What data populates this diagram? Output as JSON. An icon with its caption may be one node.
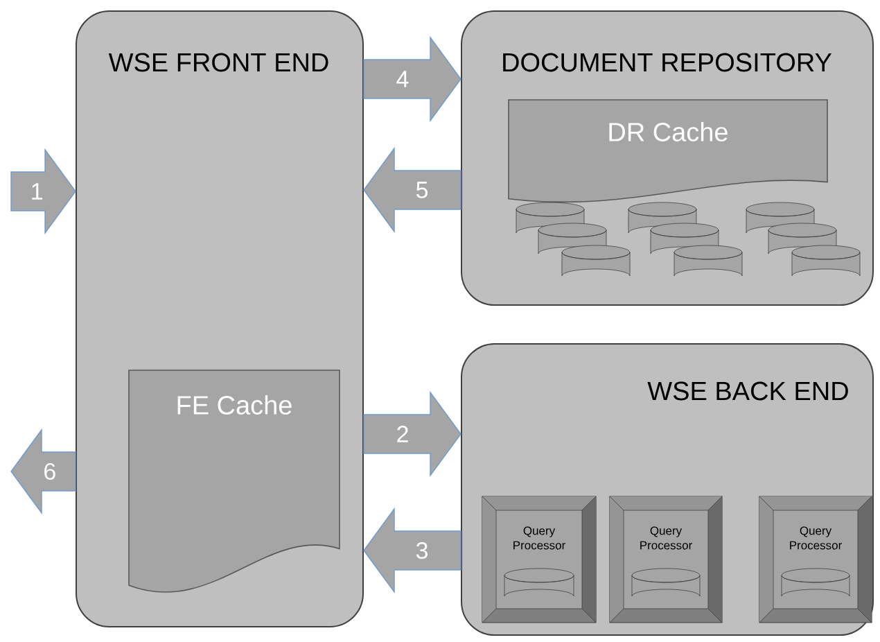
{
  "diagram": {
    "nodes": [
      {
        "text": [
          "WSE FRONT END"
        ]
      },
      {
        "text": [
          "FE Cache"
        ],
        "in": 0
      },
      {
        "text": [
          "DOCUMENT REPOSITORY"
        ]
      },
      {
        "text": [
          "DR Cache"
        ],
        "in": 2
      },
      {
        "text": [
          "WSE BACK END"
        ]
      },
      {
        "text": [
          "Query Processor"
        ],
        "in": 4
      },
      {
        "text": [
          "Query Processor"
        ],
        "in": 4
      },
      {
        "text": [
          "Query Processor"
        ],
        "in": 4
      }
    ],
    "edges": [
      {
        "from": null,
        "to": 0,
        "arrow": "to",
        "label": "1"
      },
      {
        "from": 0,
        "to": 4,
        "arrow": "to",
        "label": "2"
      },
      {
        "from": 4,
        "to": 0,
        "arrow": "to",
        "label": "3"
      },
      {
        "from": 0,
        "to": 2,
        "arrow": "to",
        "label": "4"
      },
      {
        "from": 2,
        "to": 0,
        "arrow": "to",
        "label": "5"
      },
      {
        "from": 0,
        "to": null,
        "arrow": "to",
        "label": "6"
      }
    ]
  }
}
